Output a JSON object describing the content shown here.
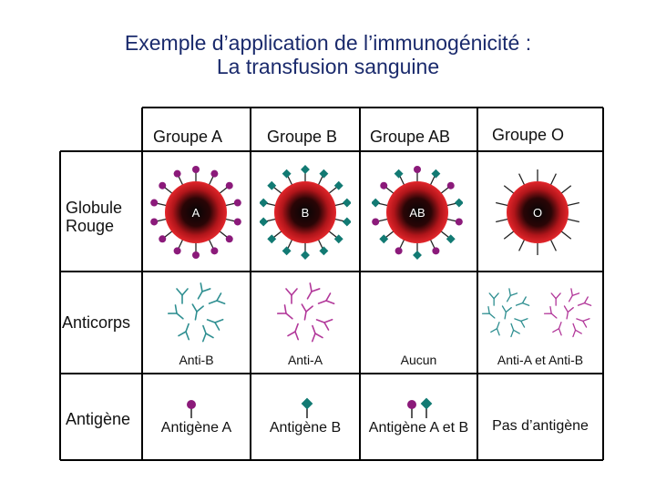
{
  "title_line1": "Exemple d’application de l’immunogénicité :",
  "title_line2": "La transfusion sanguine",
  "columns": [
    "Groupe A",
    "Groupe B",
    "Groupe AB",
    "Groupe O"
  ],
  "rows": [
    "Globule Rouge",
    "Anticorps",
    "Antigène"
  ],
  "row_globule_line1": "Globule",
  "row_globule_line2": "Rouge",
  "cell_letters": [
    "A",
    "B",
    "AB",
    "O"
  ],
  "anticorps_labels": [
    "Anti-B",
    "Anti-A",
    "Aucun",
    "Anti-A et Anti-B"
  ],
  "antigene_labels": [
    "Antigène A",
    "Antigène B",
    "Antigène A et B",
    "Pas d’antigène"
  ],
  "colors": {
    "title": "#1a2a6c",
    "cell_red": "#e3262b",
    "antigen_A": "#8b1a7a",
    "antigen_B": "#127a73",
    "antibody_A": "#b2389a",
    "antibody_B": "#2f8f91"
  }
}
